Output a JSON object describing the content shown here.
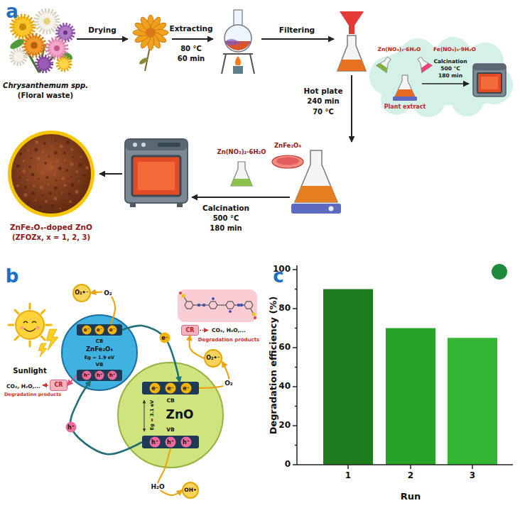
{
  "diagram": {
    "nodes": [
      {
        "text": [
          "Zn(NO₃)₂·6H₂O",
          "Fe(NO₃)₃·9H₂O",
          "Plant extract",
          "Calcination",
          "500 °C",
          "180 min"
        ]
      },
      {
        "text": [
          "ZnFe₂O₄-doped ZnO",
          "(ZFOZx, x = 1, 2, 3)"
        ]
      },
      {
        "text": [
          "O₂•⁻"
        ]
      },
      {
        "text": [
          "ZnFe₂O₄",
          "Eg = 1.9 eV"
        ]
      },
      {
        "text": [
          "e⁻",
          "e⁻",
          "e⁻",
          "CB"
        ],
        "in": 3
      },
      {
        "text": [
          "VB",
          "h⁺",
          "h⁺",
          "h⁺"
        ],
        "in": 3
      },
      {
        "text": [
          "CR"
        ]
      },
      {
        "text": [
          "CR"
        ]
      },
      {
        "text": [
          "ZnO",
          "Eg = 3.1 eV"
        ]
      },
      {
        "text": [
          "e⁻",
          "e⁻",
          "e⁻",
          "CB"
        ],
        "in": 8
      },
      {
        "text": [
          "VB",
          "h⁺",
          "h⁺",
          "h⁺"
        ],
        "in": 8
      },
      {
        "text": [
          "O₂•⁻"
        ]
      },
      {
        "text": [
          "OH•"
        ]
      }
    ],
    "edges": [
      {
        "from": 4,
        "to": 9,
        "arrow": "to",
        "label": "e⁻"
      },
      {
        "from": 10,
        "to": 5,
        "arrow": "to",
        "label": "h⁺"
      },
      {
        "from": 4,
        "to": 2,
        "arrow": "to",
        "label": "O₂"
      },
      {
        "from": 9,
        "to": 11,
        "arrow": "to",
        "label": "O₂"
      },
      {
        "from": 11,
        "to": 6,
        "arrow": "to"
      },
      {
        "from": 5,
        "to": 7,
        "arrow": "to"
      },
      {
        "from": 10,
        "to": 12,
        "arrow": "to",
        "label": "H₂O"
      }
    ],
    "labels": [
      "a",
      "Chrysanthemum spp.",
      "(Floral waste)",
      "Drying",
      "Extracting",
      "80 °C",
      "60 min",
      "Filtering",
      "Hot plate",
      "240 min",
      "70 °C",
      "Zn(NO₃)₂·6H₂O",
      "ZnFe₂O₄",
      "Calcination",
      "500 °C",
      "180 min",
      "b",
      "Sunlight",
      "CO₂, H₂O,...",
      "Degradation products",
      "CO₂, H₂O,...",
      "Degradation products",
      "c",
      "0",
      "20",
      "40",
      "60",
      "80",
      "100",
      "1",
      "2",
      "3",
      "Run",
      "Degradation efficiency (%)"
    ]
  }
}
